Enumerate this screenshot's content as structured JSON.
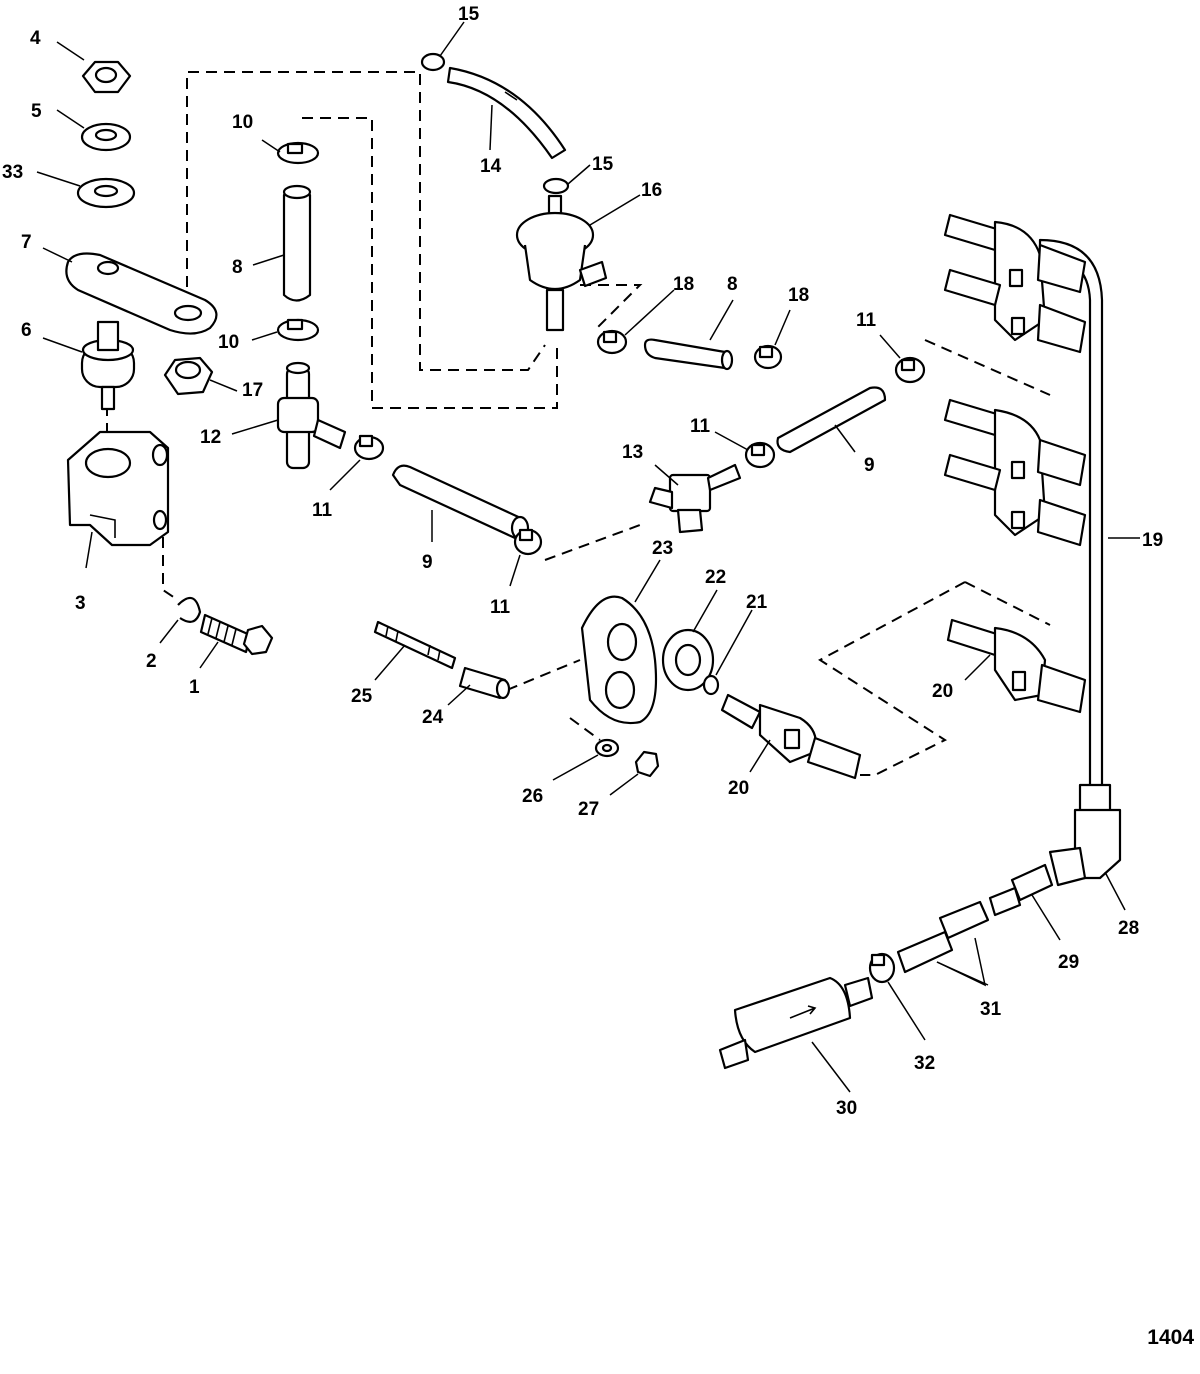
{
  "callouts": {
    "c1": "1",
    "c2": "2",
    "c3": "3",
    "c4": "4",
    "c5": "5",
    "c6": "6",
    "c7": "7",
    "c8a": "8",
    "c8b": "8",
    "c9a": "9",
    "c9b": "9",
    "c10a": "10",
    "c10b": "10",
    "c11a": "11",
    "c11b": "11",
    "c11c": "11",
    "c11d": "11",
    "c12": "12",
    "c13": "13",
    "c14": "14",
    "c15a": "15",
    "c15b": "15",
    "c16": "16",
    "c17": "17",
    "c18a": "18",
    "c18b": "18",
    "c19": "19",
    "c20a": "20",
    "c20b": "20",
    "c21": "21",
    "c22": "22",
    "c23": "23",
    "c24": "24",
    "c25": "25",
    "c26": "26",
    "c27": "27",
    "c28": "28",
    "c29": "29",
    "c30": "30",
    "c31": "31",
    "c32": "32",
    "c33": "33"
  },
  "figure_number": "1404",
  "colors": {
    "line": "#000000",
    "background": "#ffffff"
  }
}
